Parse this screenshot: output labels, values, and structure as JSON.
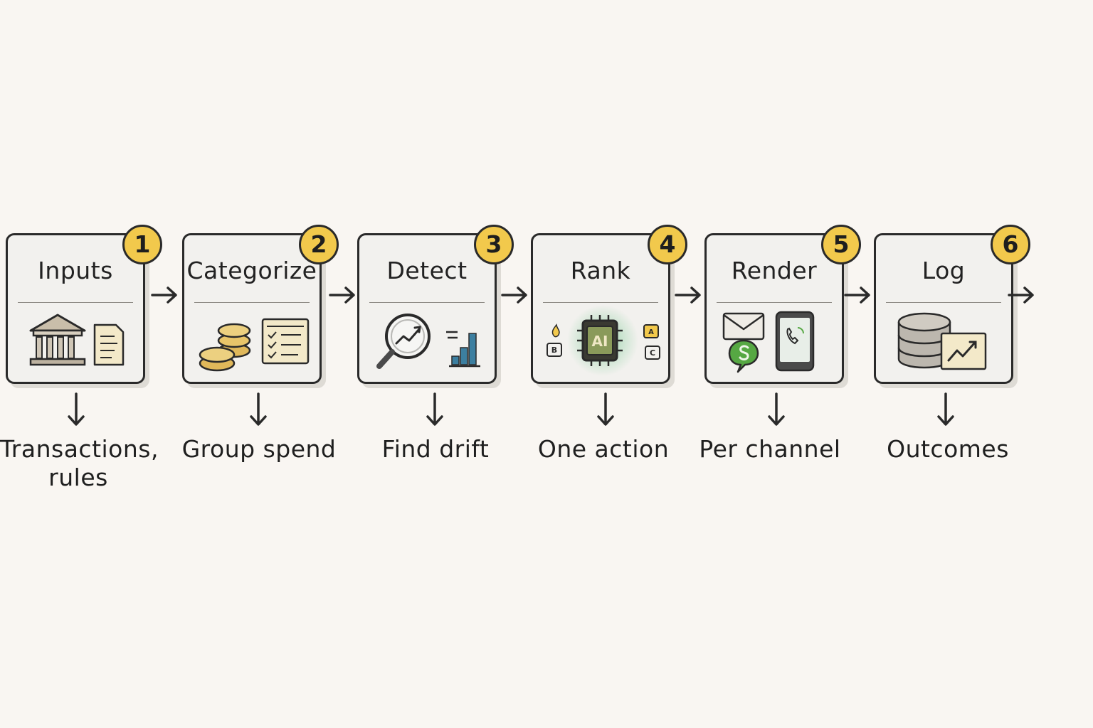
{
  "steps": [
    {
      "number": "1",
      "title": "Inputs",
      "caption": "Transactions, rules",
      "icons": [
        "bank-icon",
        "document-icon"
      ]
    },
    {
      "number": "2",
      "title": "Categorize",
      "caption": "Group spend",
      "icons": [
        "coins-icon",
        "checklist-icon"
      ]
    },
    {
      "number": "3",
      "title": "Detect",
      "caption": "Find drift",
      "icons": [
        "magnifier-trend-icon",
        "bar-chart-icon"
      ]
    },
    {
      "number": "4",
      "title": "Rank",
      "caption": "One action",
      "icons": [
        "ai-chip-icon",
        "option-a-icon",
        "option-b-icon",
        "option-c-icon"
      ],
      "chip_label": "AI",
      "option_labels": [
        "A",
        "B",
        "C"
      ]
    },
    {
      "number": "5",
      "title": "Render",
      "caption": "Per channel",
      "icons": [
        "envelope-icon",
        "chat-bubble-icon",
        "smartphone-icon"
      ]
    },
    {
      "number": "6",
      "title": "Log",
      "caption": "Outcomes",
      "icons": [
        "database-icon",
        "trend-chart-icon"
      ]
    }
  ],
  "colors": {
    "badge": "#f2c94c",
    "card": "#f2f1ee",
    "stroke": "#2a2a2a",
    "background": "#f9f6f2",
    "coin": "#e8c56a",
    "bar_chart": "#3c7fa0",
    "ai_glow": "#8fd0a3",
    "chat": "#56a843"
  }
}
